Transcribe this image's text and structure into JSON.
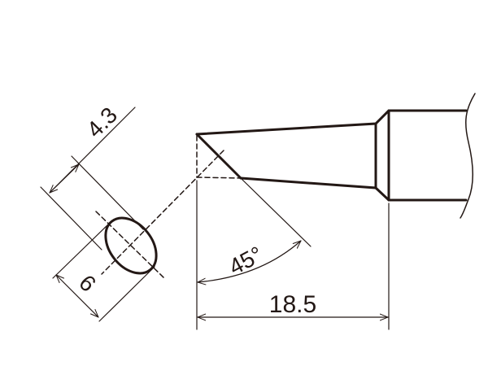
{
  "dimensions": {
    "width_label": "4.3",
    "thickness_label": "6",
    "angle_label": "45°",
    "length_label": "18.5"
  },
  "colors": {
    "line": "#231815",
    "background": "#ffffff"
  }
}
